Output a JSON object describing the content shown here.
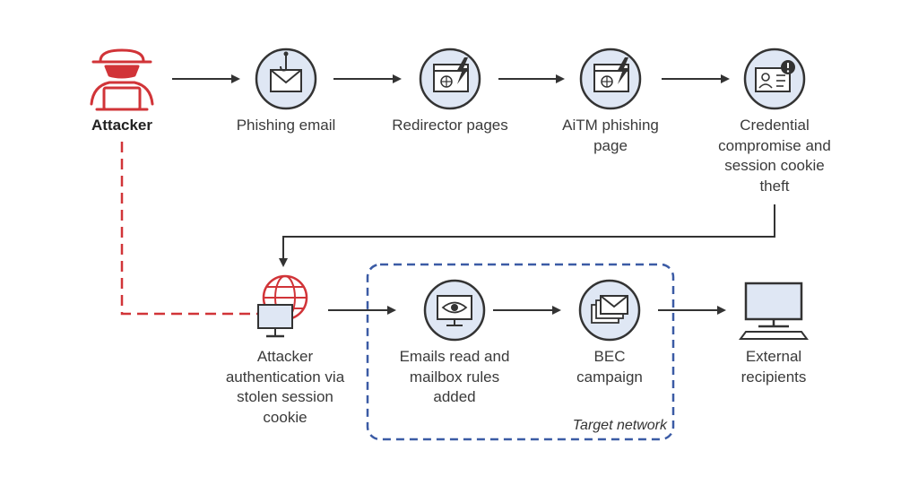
{
  "nodes": {
    "attacker": "Attacker",
    "phishing_email": "Phishing email",
    "redirector_pages": "Redirector pages",
    "aitm_phishing_page": "AiTM phishing\npage",
    "credential_theft": "Credential\ncompromise and\nsession cookie\ntheft",
    "attacker_authentication": "Attacker\nauthentication via\nstolen session\ncookie",
    "emails_read": "Emails read and\nmailbox rules\nadded",
    "bec_campaign": "BEC\ncampaign",
    "external_recipients": "External\nrecipients"
  },
  "zone": {
    "label": "Target network"
  },
  "colors": {
    "attacker_red": "#d13438",
    "circle_fill": "#dfe7f4",
    "icon_stroke": "#333333",
    "zone_border": "#3b5ba5",
    "arrow": "#333333"
  }
}
